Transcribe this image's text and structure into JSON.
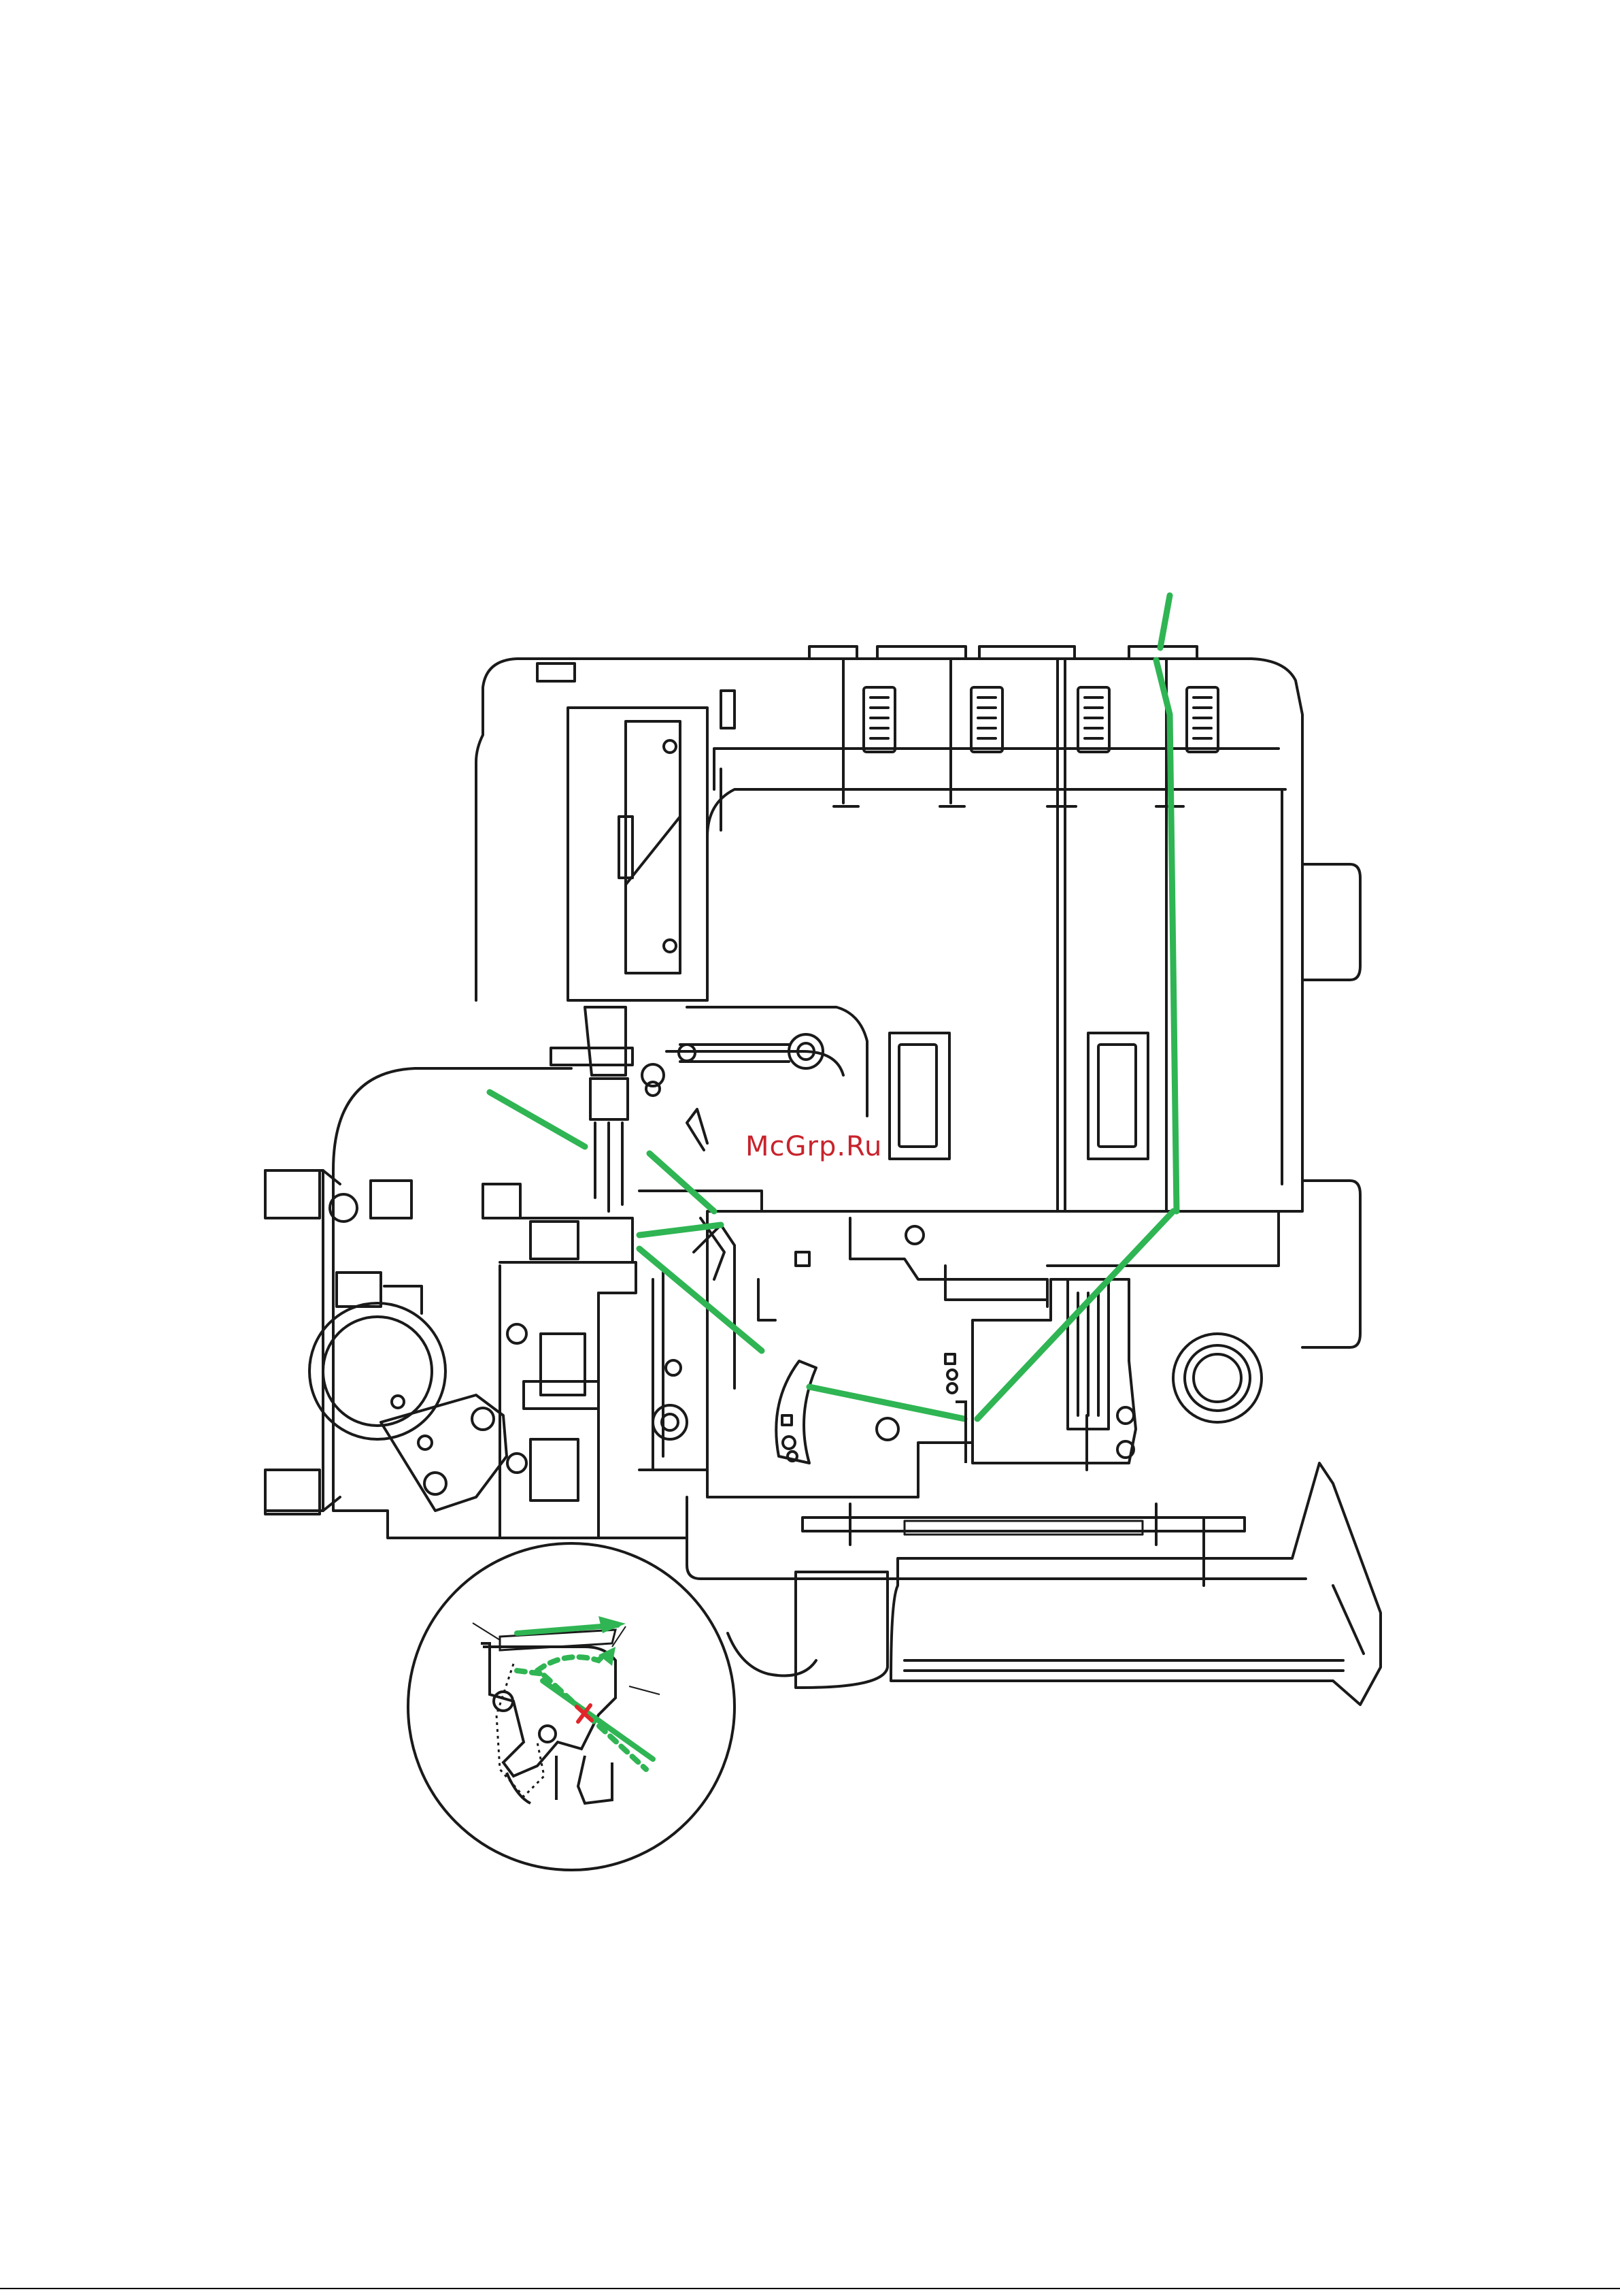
{
  "watermark": {
    "text": "McGrp.Ru",
    "color": "#c8232c"
  },
  "colors": {
    "outline": "#1a1a1a",
    "thread_path": "#2fb553",
    "error_mark": "#e0262b",
    "background": "#ffffff"
  },
  "diagram": {
    "subject": "serger-overlock-machine-front-view",
    "callout": "looper-threading-detail-circle"
  }
}
